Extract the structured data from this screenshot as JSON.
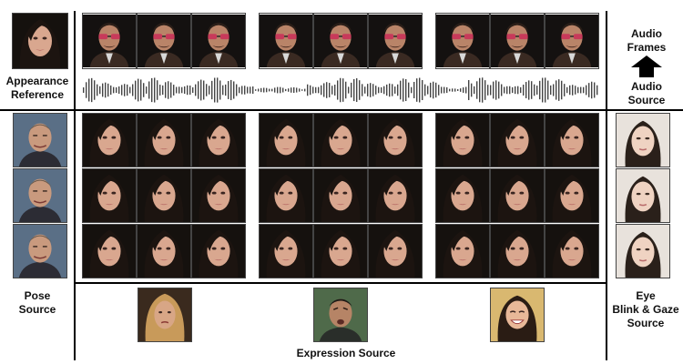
{
  "labels": {
    "appearance_reference": "Appearance\nReference",
    "audio_frames": "Audio\nFrames",
    "audio_source": "Audio\nSource",
    "pose_source": "Pose\nSource",
    "eye_source": "Eye\nBlink & Gaze\nSource",
    "expression_source": "Expression Source"
  },
  "colors": {
    "suit": "#3a2a22",
    "hair_dark": "#1c1410",
    "skin_warm": "#d9a78f",
    "skin_light": "#efd3c2",
    "background_dark": "#14110f",
    "lens_red": "#c83a5a"
  },
  "grid": {
    "audio_frame_groups": 3,
    "frames_per_group": 3,
    "result_rows": 3,
    "pose_sources": 3,
    "eye_sources": 3,
    "expression_sources": 3
  }
}
